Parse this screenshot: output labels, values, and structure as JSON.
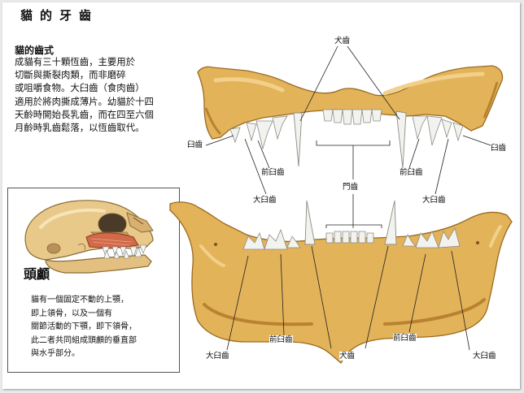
{
  "title": "貓的牙齒",
  "teeth_section": {
    "heading": "貓的齒式",
    "lines": [
      "成貓有三十顆恆齒，主要用於",
      "切斷與撕裂肉類，而非磨碎",
      "或咀嚼食物。大臼齒（食肉齒）",
      "適用於將肉撕成薄片。幼貓於十四",
      "天齡時開始長乳齒，而在四至六個",
      "月齡時乳齒鬆落，以恆齒取代。"
    ]
  },
  "skull_section": {
    "heading": "頭顱",
    "lines": [
      "貓有一個固定不動的上顎，",
      "即上領骨，以及一個有",
      "關節活動的下顎，即下領骨，",
      "此二者共同組成頭顱的垂直部",
      "與水乎部分。"
    ]
  },
  "labels": {
    "canine_top": "犬齒",
    "molar_upper_left": "臼齒",
    "molar_upper_right": "臼齒",
    "premolar_upper_left": "前臼齒",
    "big_molar_upper_left": "大臼齒",
    "incisors": "門齒",
    "premolar_upper_right": "前臼齒",
    "big_molar_upper_right": "大臼齒",
    "big_molar_lower_left": "大臼齒",
    "premolar_lower_left": "前臼齒",
    "canine_bottom": "犬齒",
    "premolar_lower_right": "前臼齒",
    "big_molar_lower_right": "大臼齒"
  },
  "colors": {
    "bone": "#e3b35a",
    "bone_shadow": "#b88230",
    "tooth": "#f2f2ee"
  }
}
